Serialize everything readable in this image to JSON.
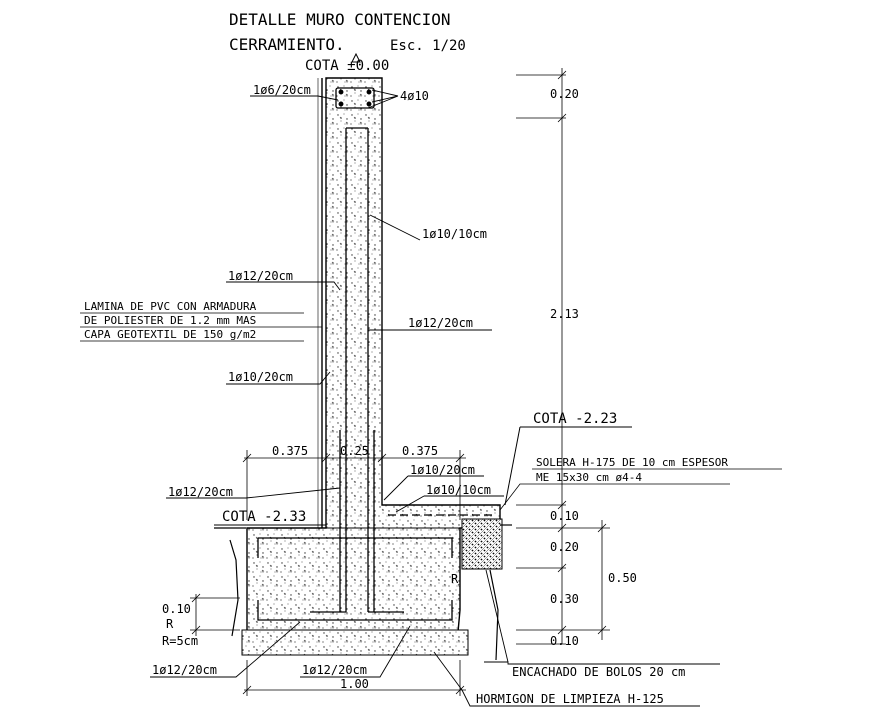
{
  "title": {
    "line1": "DETALLE MURO CONTENCION",
    "line2": "CERRAMIENTO.",
    "scale": "Esc. 1/20"
  },
  "levels": {
    "top": "COTA ±0.00",
    "right": "COTA -2.23",
    "left": "COTA -2.33"
  },
  "rebar": {
    "stirrup_top": "1ø6/20cm",
    "bars_top": "4ø10",
    "inner_right": "1ø10/10cm",
    "outer_left_upper": "1ø12/20cm",
    "inner_right_mid": "1ø12/20cm",
    "outer_left_mid": "1ø10/20cm",
    "footing_a": "1ø10/20cm",
    "footing_b": "1ø10/10cm",
    "starter_left": "1ø12/20cm",
    "bottom_left": "1ø12/20cm",
    "bottom_mid": "1ø12/20cm"
  },
  "membrane_note": [
    "LAMINA DE PVC CON ARMADURA",
    "DE POLIESTER DE 1.2 mm MAS",
    "CAPA GEOTEXTIL DE 150 g/m2"
  ],
  "slab_note": [
    "SOLERA H-175 DE 10 cm ESPESOR",
    "ME 15x30 cm ø4-4"
  ],
  "dimensions": {
    "top_cap": "0.20",
    "wall_height": "2.13",
    "slab": "0.10",
    "footing_upper": "0.20",
    "footing_total": "0.50",
    "footing_lower": "0.30",
    "cleaning_layer": "0.10",
    "toe_left": "0.375",
    "stem": "0.25",
    "heel_right": "0.375",
    "base_width": "1.00",
    "left_small": "0.10",
    "radius_label": "R",
    "radius_value": "R=5cm",
    "radius_label_right": "R"
  },
  "materials": {
    "gravel": "ENCACHADO DE BOLOS 20 cm",
    "blinding": "HORMIGON DE LIMPIEZA H-125"
  }
}
